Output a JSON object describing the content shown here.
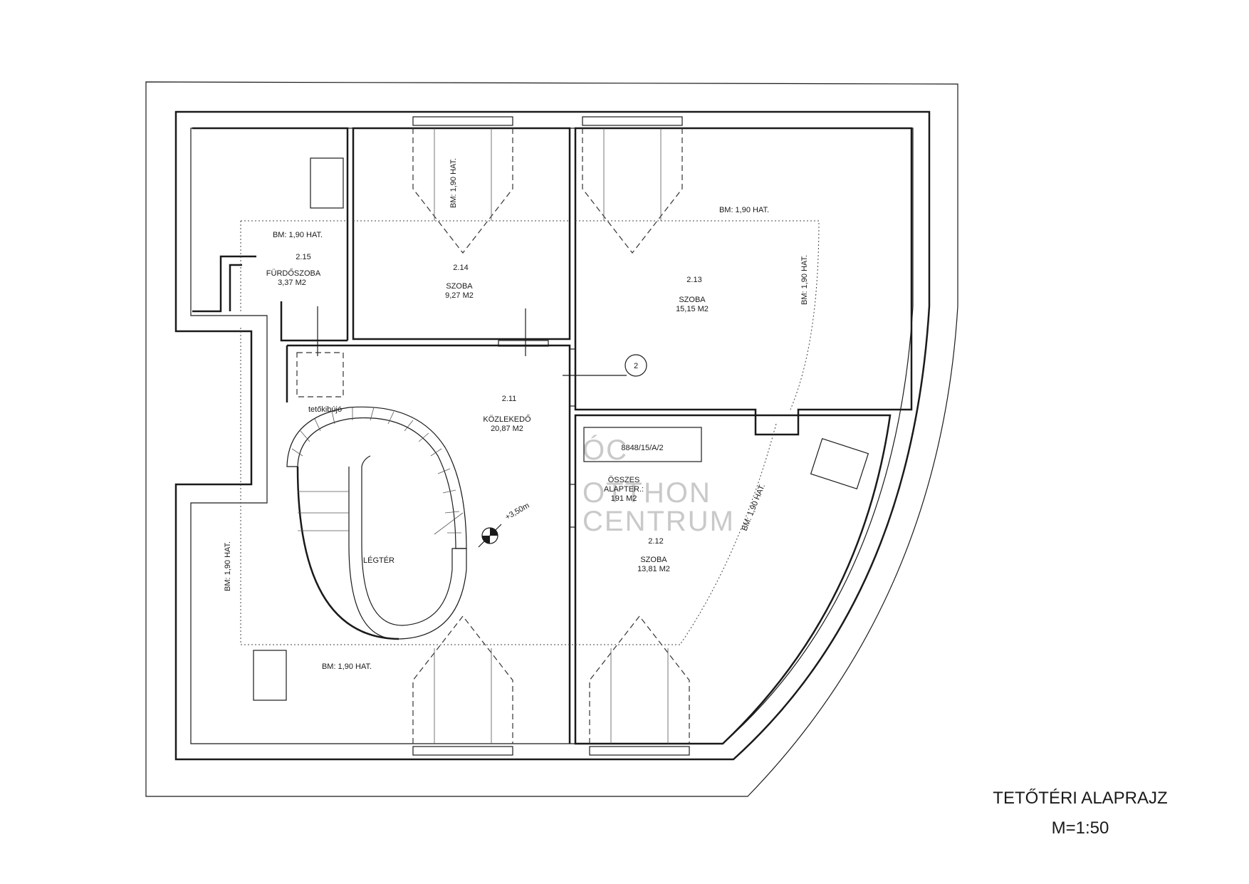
{
  "title": {
    "line1": "TETŐTÉRI  ALAPRAJZ",
    "line2": "M=1:50"
  },
  "watermark": {
    "logo": "ÓC",
    "line1": "OTTHON",
    "line2": "CENTRUM"
  },
  "rooms": {
    "r215": {
      "num": "2.15",
      "name": "FÜRDŐSZOBA",
      "area": "3,37 M2",
      "bm": "BM: 1,90 HAT."
    },
    "r214": {
      "num": "2.14",
      "name": "SZOBA",
      "area": "9,27 M2",
      "bm": "BM: 1,90 HAT."
    },
    "r213": {
      "num": "2.13",
      "name": "SZOBA",
      "area": "15,15 M2",
      "bm_top": "BM: 1,90 HAT.",
      "bm_side": "BM: 1,90 HAT."
    },
    "r211": {
      "num": "2.11",
      "name": "KÖZLEKEDŐ",
      "area": "20,87 M2"
    },
    "r212": {
      "num": "2.12",
      "name": "SZOBA",
      "area": "13,81 M2",
      "bm": "BM: 1,90 HAT."
    }
  },
  "labels": {
    "roof_hatch": "tetőkibújó",
    "void": "LÉGTÉR",
    "level": "+3,50m",
    "marker": "2",
    "bm_left": "BM: 1,90 HAT.",
    "bm_bottom": "BM: 1,90 HAT."
  },
  "summary": {
    "parcel": "8848/15/A/2",
    "total1": "ÖSSZES",
    "total2": "ALAPTER.:",
    "total_area": "191 M2"
  }
}
